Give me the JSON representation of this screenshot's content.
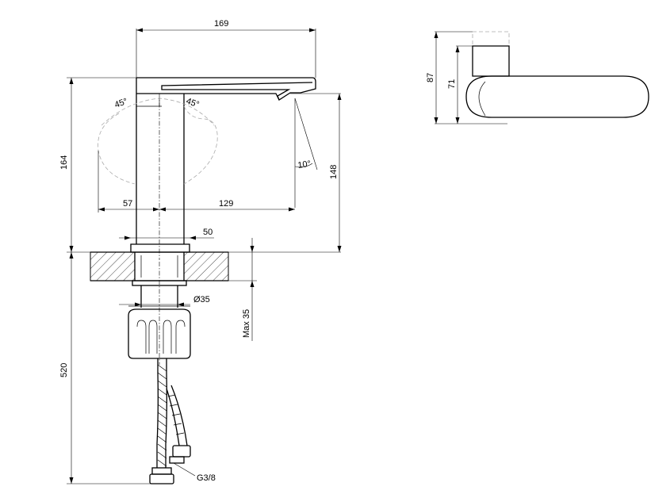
{
  "dimensions": {
    "spout_length": "169",
    "total_height": "164",
    "spout_height": "148",
    "angle_left": "45°",
    "angle_right": "45°",
    "spray_angle": "10°",
    "lever_left_reach": "57",
    "lever_right_reach": "129",
    "base_width": "50",
    "shank_diameter": "Ø35",
    "max_deck_thickness": "Max 35",
    "hose_length": "520",
    "thread_size": "G3/8",
    "top_view_height_outer": "87",
    "top_view_height_inner": "71"
  }
}
